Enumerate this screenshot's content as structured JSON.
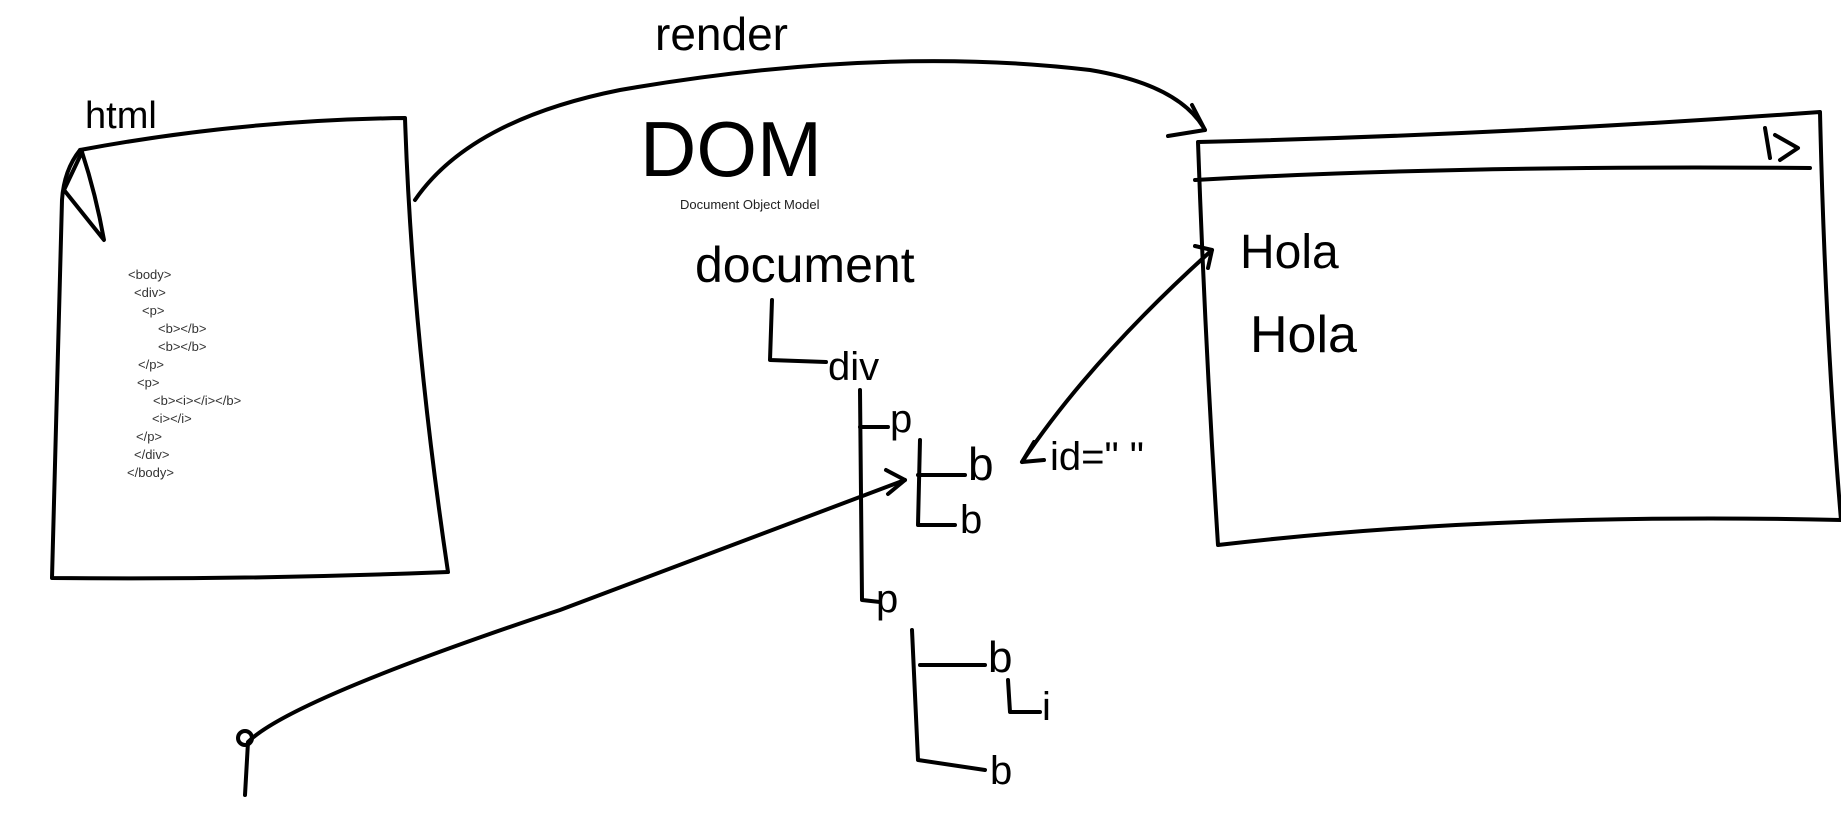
{
  "handwritten": {
    "html_label": "html",
    "render_label": "render",
    "dom_title": "DOM",
    "document_node": "document",
    "div_node": "div",
    "p1_node": "p",
    "b1_node": "b",
    "b2_node": "b",
    "p2_node": "p",
    "b3_node": "b",
    "i_node": "i",
    "b4_node": "b",
    "id_attr": "id=\" \"",
    "hola_1": "Hola",
    "hola_2": "Hola"
  },
  "caption": "Document Object Model",
  "html_code": [
    "<body>",
    "<div>",
    "<p>",
    "<b></b>",
    "<b></b>",
    "</p>",
    "<p>",
    "<b><i></i></b>",
    "<i></i>",
    "</p>",
    "</div>",
    "</body>"
  ],
  "colors": {
    "ink": "#000000",
    "code_text": "#333333",
    "background": "#ffffff"
  }
}
